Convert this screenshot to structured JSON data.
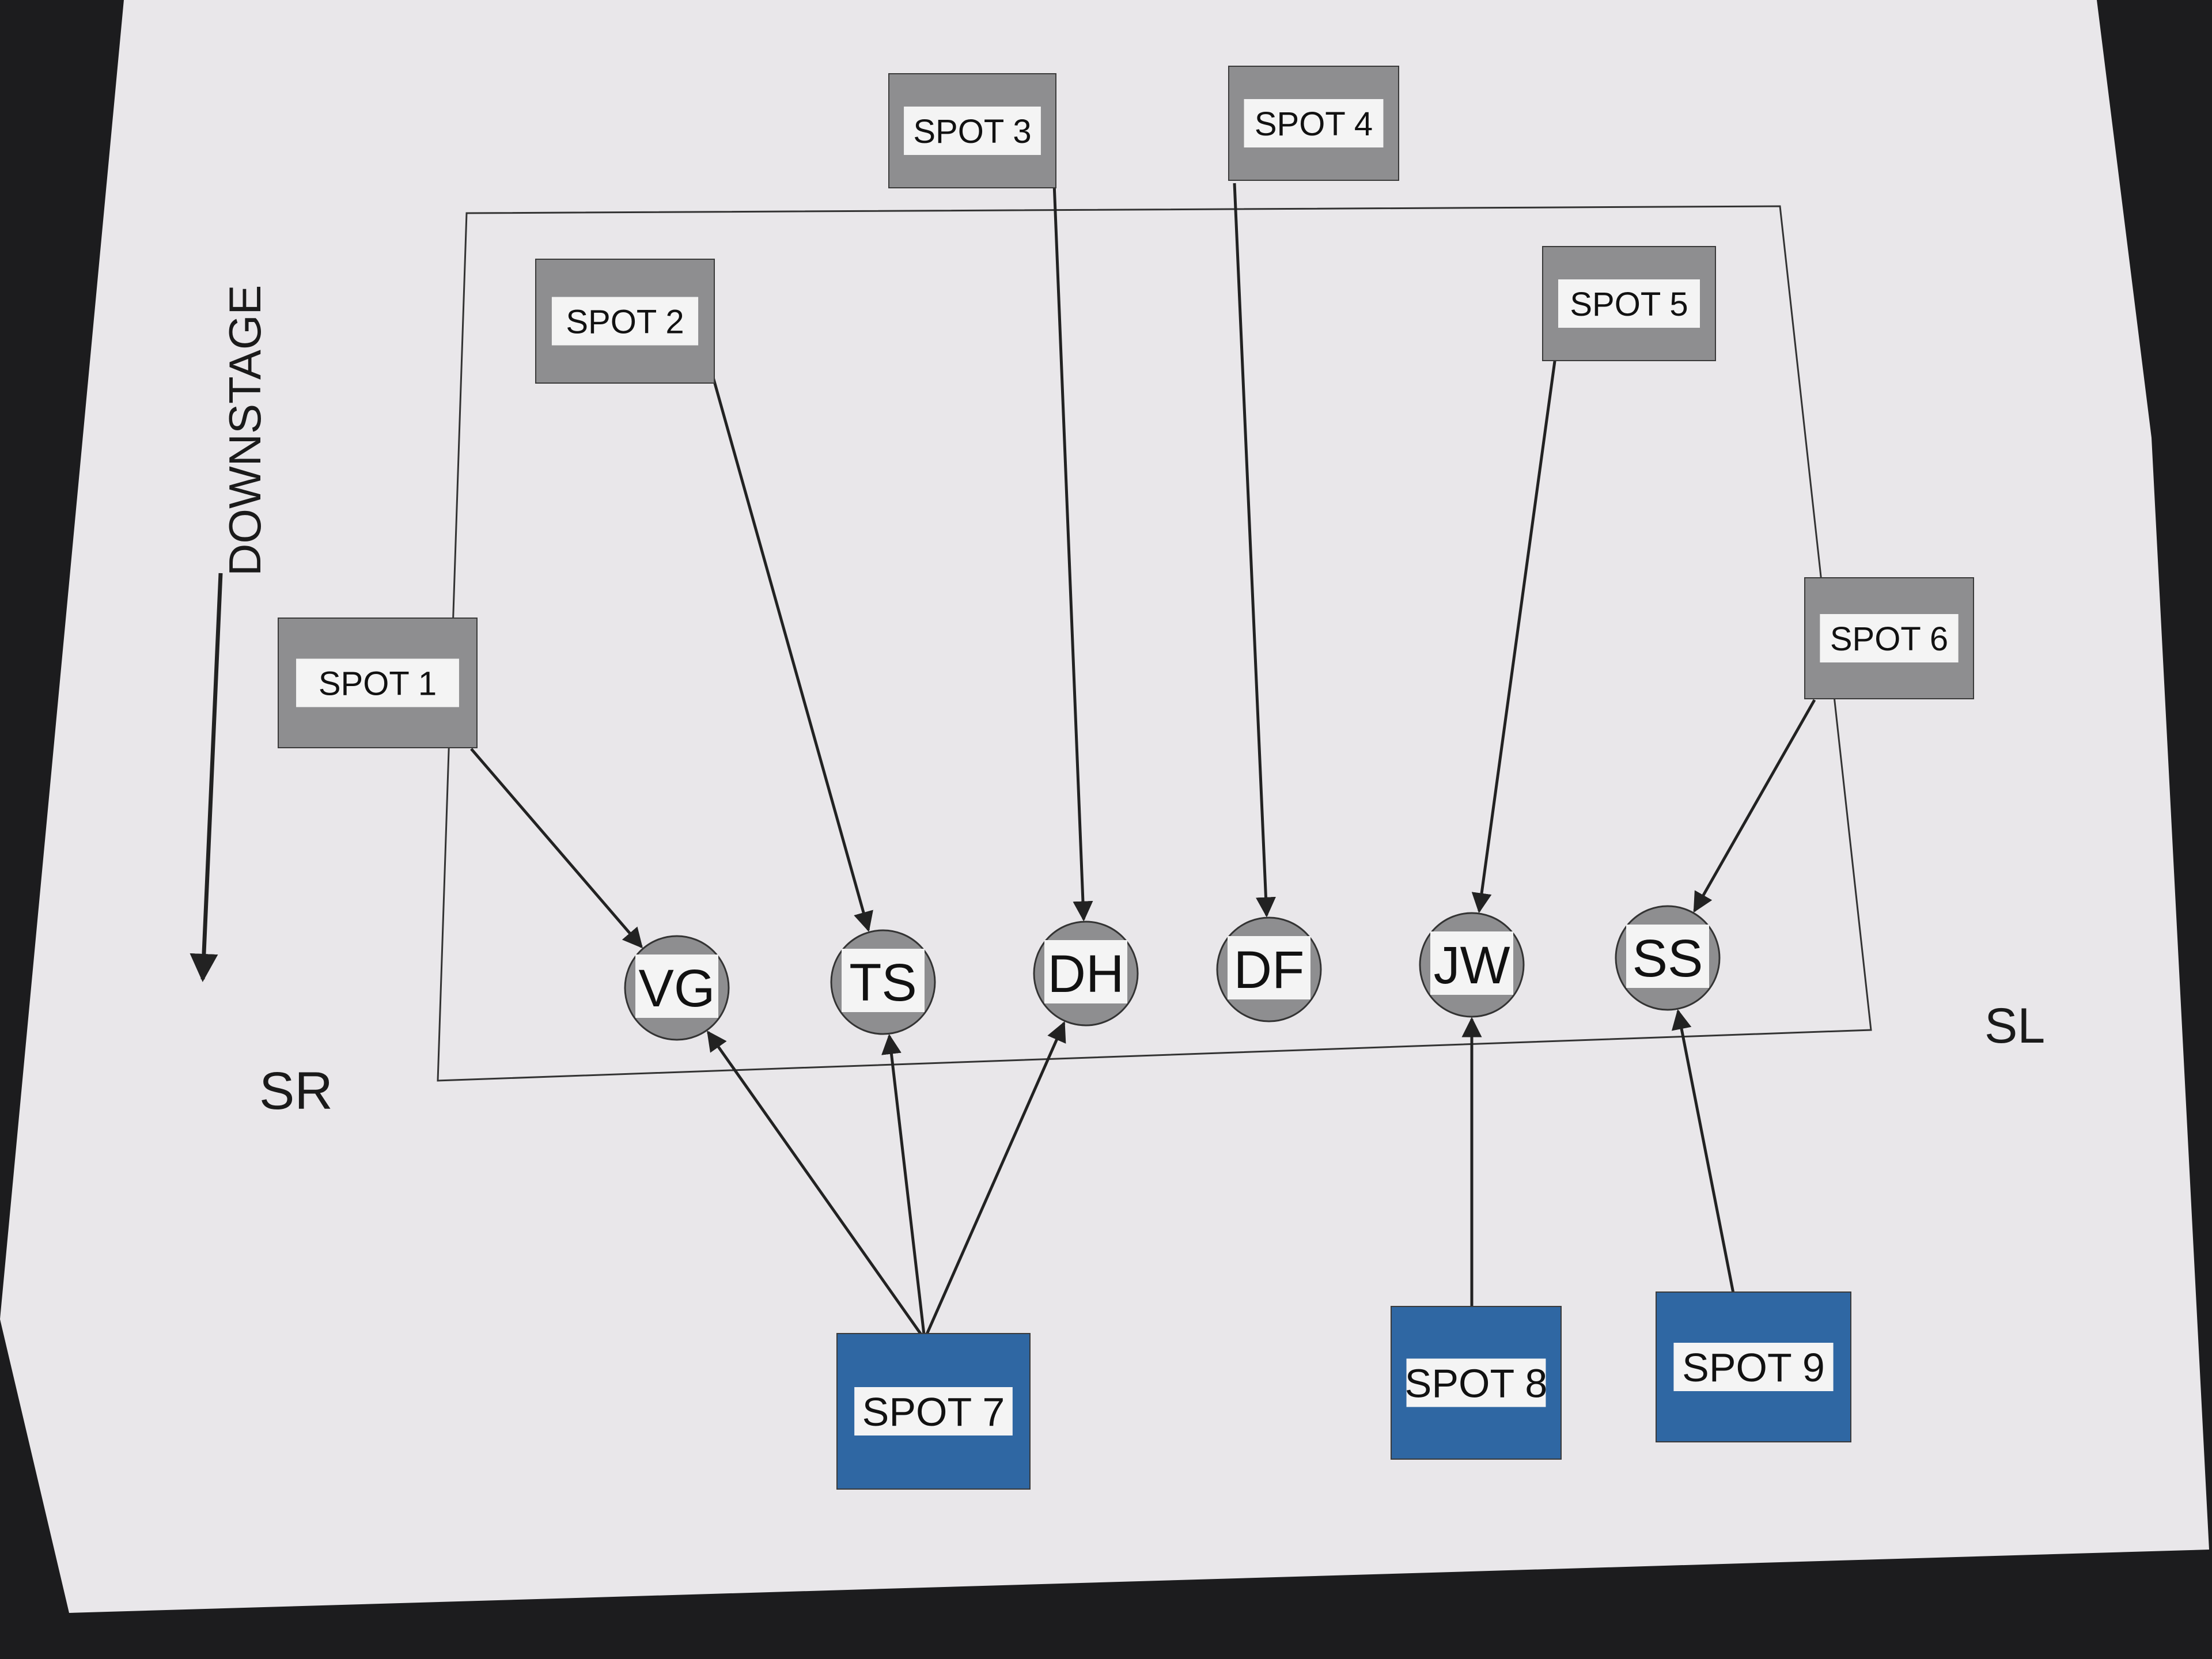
{
  "colors": {
    "background": "#1c1c1e",
    "paper": "#e9e7ea",
    "spot_gray": "#8e8e90",
    "spot_blue": "#2f67a3",
    "performer_fill": "#8e8e90",
    "line": "#222222",
    "label_box": "#f4f4f4"
  },
  "labels": {
    "downstage": "DOWNSTAGE",
    "stage_right": "SR",
    "stage_left": "SL"
  },
  "performers": [
    {
      "id": "VG",
      "label": "VG"
    },
    {
      "id": "TS",
      "label": "TS"
    },
    {
      "id": "DH",
      "label": "DH"
    },
    {
      "id": "DF",
      "label": "DF"
    },
    {
      "id": "JW",
      "label": "JW"
    },
    {
      "id": "SS",
      "label": "SS"
    }
  ],
  "spots": [
    {
      "id": "spot1",
      "label": "SPOT 1",
      "color": "gray",
      "targets": [
        "VG"
      ]
    },
    {
      "id": "spot2",
      "label": "SPOT 2",
      "color": "gray",
      "targets": [
        "TS"
      ]
    },
    {
      "id": "spot3",
      "label": "SPOT 3",
      "color": "gray",
      "targets": [
        "DH"
      ]
    },
    {
      "id": "spot4",
      "label": "SPOT 4",
      "color": "gray",
      "targets": [
        "DF"
      ]
    },
    {
      "id": "spot5",
      "label": "SPOT 5",
      "color": "gray",
      "targets": [
        "JW"
      ]
    },
    {
      "id": "spot6",
      "label": "SPOT 6",
      "color": "gray",
      "targets": [
        "SS"
      ]
    },
    {
      "id": "spot7",
      "label": "SPOT 7",
      "color": "blue",
      "targets": [
        "VG",
        "TS",
        "DH"
      ]
    },
    {
      "id": "spot8",
      "label": "SPOT 8",
      "color": "blue",
      "targets": [
        "JW"
      ]
    },
    {
      "id": "spot9",
      "label": "SPOT 9",
      "color": "blue",
      "targets": [
        "SS"
      ]
    }
  ]
}
